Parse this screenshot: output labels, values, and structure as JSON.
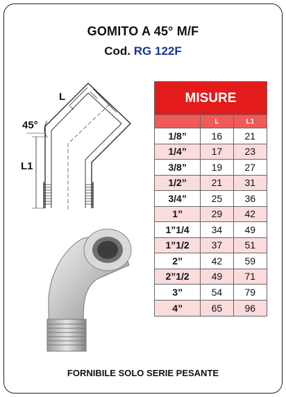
{
  "header": {
    "title": "GOMITO A 45° M/F",
    "code_label": "Cod.",
    "code_value": "RG 122F"
  },
  "drawing": {
    "angle_label": "45°",
    "l_label": "L",
    "l1_label": "L1"
  },
  "table": {
    "title": "MISURE",
    "columns": [
      "",
      "L",
      "L1"
    ],
    "rows": [
      [
        "1/8”",
        "16",
        "21"
      ],
      [
        "1/4”",
        "17",
        "23"
      ],
      [
        "3/8”",
        "19",
        "27"
      ],
      [
        "1/2”",
        "21",
        "31"
      ],
      [
        "3/4”",
        "25",
        "36"
      ],
      [
        "1”",
        "29",
        "42"
      ],
      [
        "1”1/4",
        "34",
        "49"
      ],
      [
        "1”1/2",
        "37",
        "51"
      ],
      [
        "2”",
        "42",
        "59"
      ],
      [
        "2”1/2",
        "49",
        "71"
      ],
      [
        "3”",
        "54",
        "79"
      ],
      [
        "4”",
        "65",
        "96"
      ]
    ]
  },
  "footer": {
    "note": "FORNIBILE SOLO SERIE PESANTE"
  },
  "colors": {
    "header_red": "#e31b1b",
    "subheader_red": "#ef5a5a",
    "row_pink": "#fbdcdc",
    "code_blue": "#1b3590"
  }
}
